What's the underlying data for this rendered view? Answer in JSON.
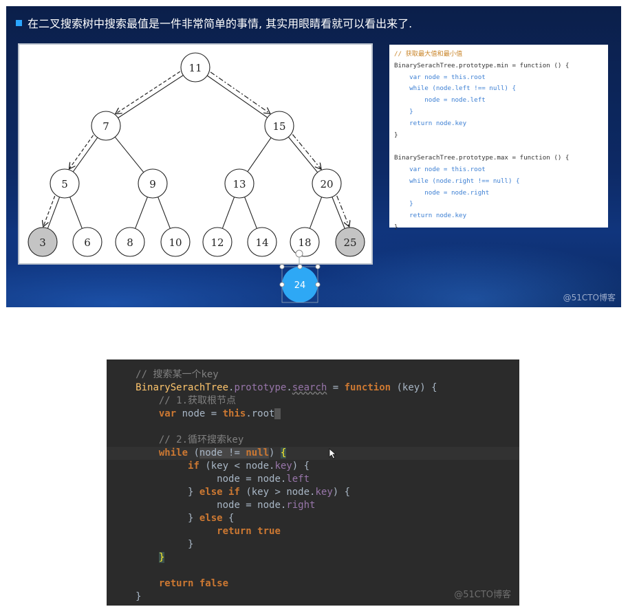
{
  "slide": {
    "title": "在二叉搜索树中搜索最值是一件非常简单的事情, 其实用眼睛看就可以看出来了.",
    "watermark": "@51CTO博客",
    "new_node_label": "24",
    "tree": {
      "nodes": [
        {
          "id": "n11",
          "label": "11",
          "shaded": false
        },
        {
          "id": "n7",
          "label": "7",
          "shaded": false
        },
        {
          "id": "n15",
          "label": "15",
          "shaded": false
        },
        {
          "id": "n5",
          "label": "5",
          "shaded": false
        },
        {
          "id": "n9",
          "label": "9",
          "shaded": false
        },
        {
          "id": "n13",
          "label": "13",
          "shaded": false
        },
        {
          "id": "n20",
          "label": "20",
          "shaded": false
        },
        {
          "id": "n3",
          "label": "3",
          "shaded": true
        },
        {
          "id": "n6",
          "label": "6",
          "shaded": false
        },
        {
          "id": "n8",
          "label": "8",
          "shaded": false
        },
        {
          "id": "n10",
          "label": "10",
          "shaded": false
        },
        {
          "id": "n12",
          "label": "12",
          "shaded": false
        },
        {
          "id": "n14",
          "label": "14",
          "shaded": false
        },
        {
          "id": "n18",
          "label": "18",
          "shaded": false
        },
        {
          "id": "n25",
          "label": "25",
          "shaded": true
        }
      ],
      "edges": [
        [
          "n11",
          "n7"
        ],
        [
          "n11",
          "n15"
        ],
        [
          "n7",
          "n5"
        ],
        [
          "n7",
          "n9"
        ],
        [
          "n15",
          "n13"
        ],
        [
          "n15",
          "n20"
        ],
        [
          "n5",
          "n3"
        ],
        [
          "n5",
          "n6"
        ],
        [
          "n9",
          "n8"
        ],
        [
          "n9",
          "n10"
        ],
        [
          "n13",
          "n12"
        ],
        [
          "n13",
          "n14"
        ],
        [
          "n20",
          "n18"
        ],
        [
          "n20",
          "n25"
        ]
      ],
      "min_path": [
        "n11",
        "n7",
        "n5",
        "n3"
      ],
      "max_path": [
        "n11",
        "n15",
        "n20",
        "n25"
      ]
    },
    "code": {
      "comment": "// 获取最大值和最小值",
      "min_fn": "BinarySerachTree.prototype.min = function () {",
      "var_node_root": "var node = this.root",
      "while_left": "while (node.left !== null) {",
      "assign_left": "node = node.left",
      "close_brace": "}",
      "return_key": "return node.key",
      "max_fn": "BinarySerachTree.prototype.max = function () {",
      "while_right": "while (node.right !== null) {",
      "assign_right": "node = node.right"
    }
  },
  "editor": {
    "watermark": "@51CTO博客",
    "lines": {
      "l1_comment": "// 搜索某一个key",
      "l2_class": "BinarySerachTree",
      "l2_dot1": ".",
      "l2_proto": "prototype",
      "l2_dot2": ".",
      "l2_search": "search",
      "l2_eq": " = ",
      "l2_function": "function",
      "l2_args": " (key) {",
      "l3_comment": "// 1.获取根节点",
      "l4_var": "var",
      "l4_node": " node = ",
      "l4_this": "this",
      "l4_root": ".root",
      "l6_comment": "// 2.循环搜索key",
      "l7_while": "while",
      "l7_open": " (",
      "l7_node": "node != ",
      "l7_null": "null",
      "l7_close": ") ",
      "l7_brace": "{",
      "l8_if": "if",
      "l8_cond": " (key < node.",
      "l8_key": "key",
      "l8_end": ") {",
      "l9_assign": "node = node.",
      "l9_left": "left",
      "l10_close": "} ",
      "l10_else": "else if",
      "l10_cond": " (key > node.",
      "l10_key": "key",
      "l10_end": ") {",
      "l11_assign": "node = node.",
      "l11_right": "right",
      "l12_close": "} ",
      "l12_else": "else",
      "l12_open": " {",
      "l13_return": "return",
      "l13_true": " true",
      "l14_close": "}",
      "l15_close": "}",
      "l17_return": "return",
      "l17_false": " false",
      "l18_close": "}"
    }
  }
}
